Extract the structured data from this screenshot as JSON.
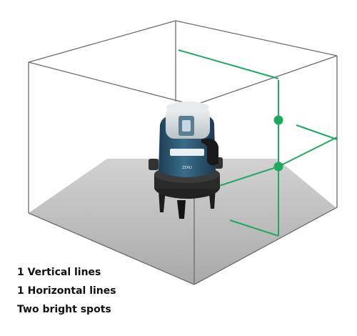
{
  "features": [
    "1 Vertical lines",
    "1 Horizontal lines",
    "Two bright spots"
  ],
  "colors": {
    "laser": "#1ea95f",
    "frame": "#6b6b6b",
    "floor": "#b8b8b8",
    "device_body": "#2e5872",
    "device_base": "#222222"
  },
  "device": {
    "badge_text": "ZERO"
  }
}
